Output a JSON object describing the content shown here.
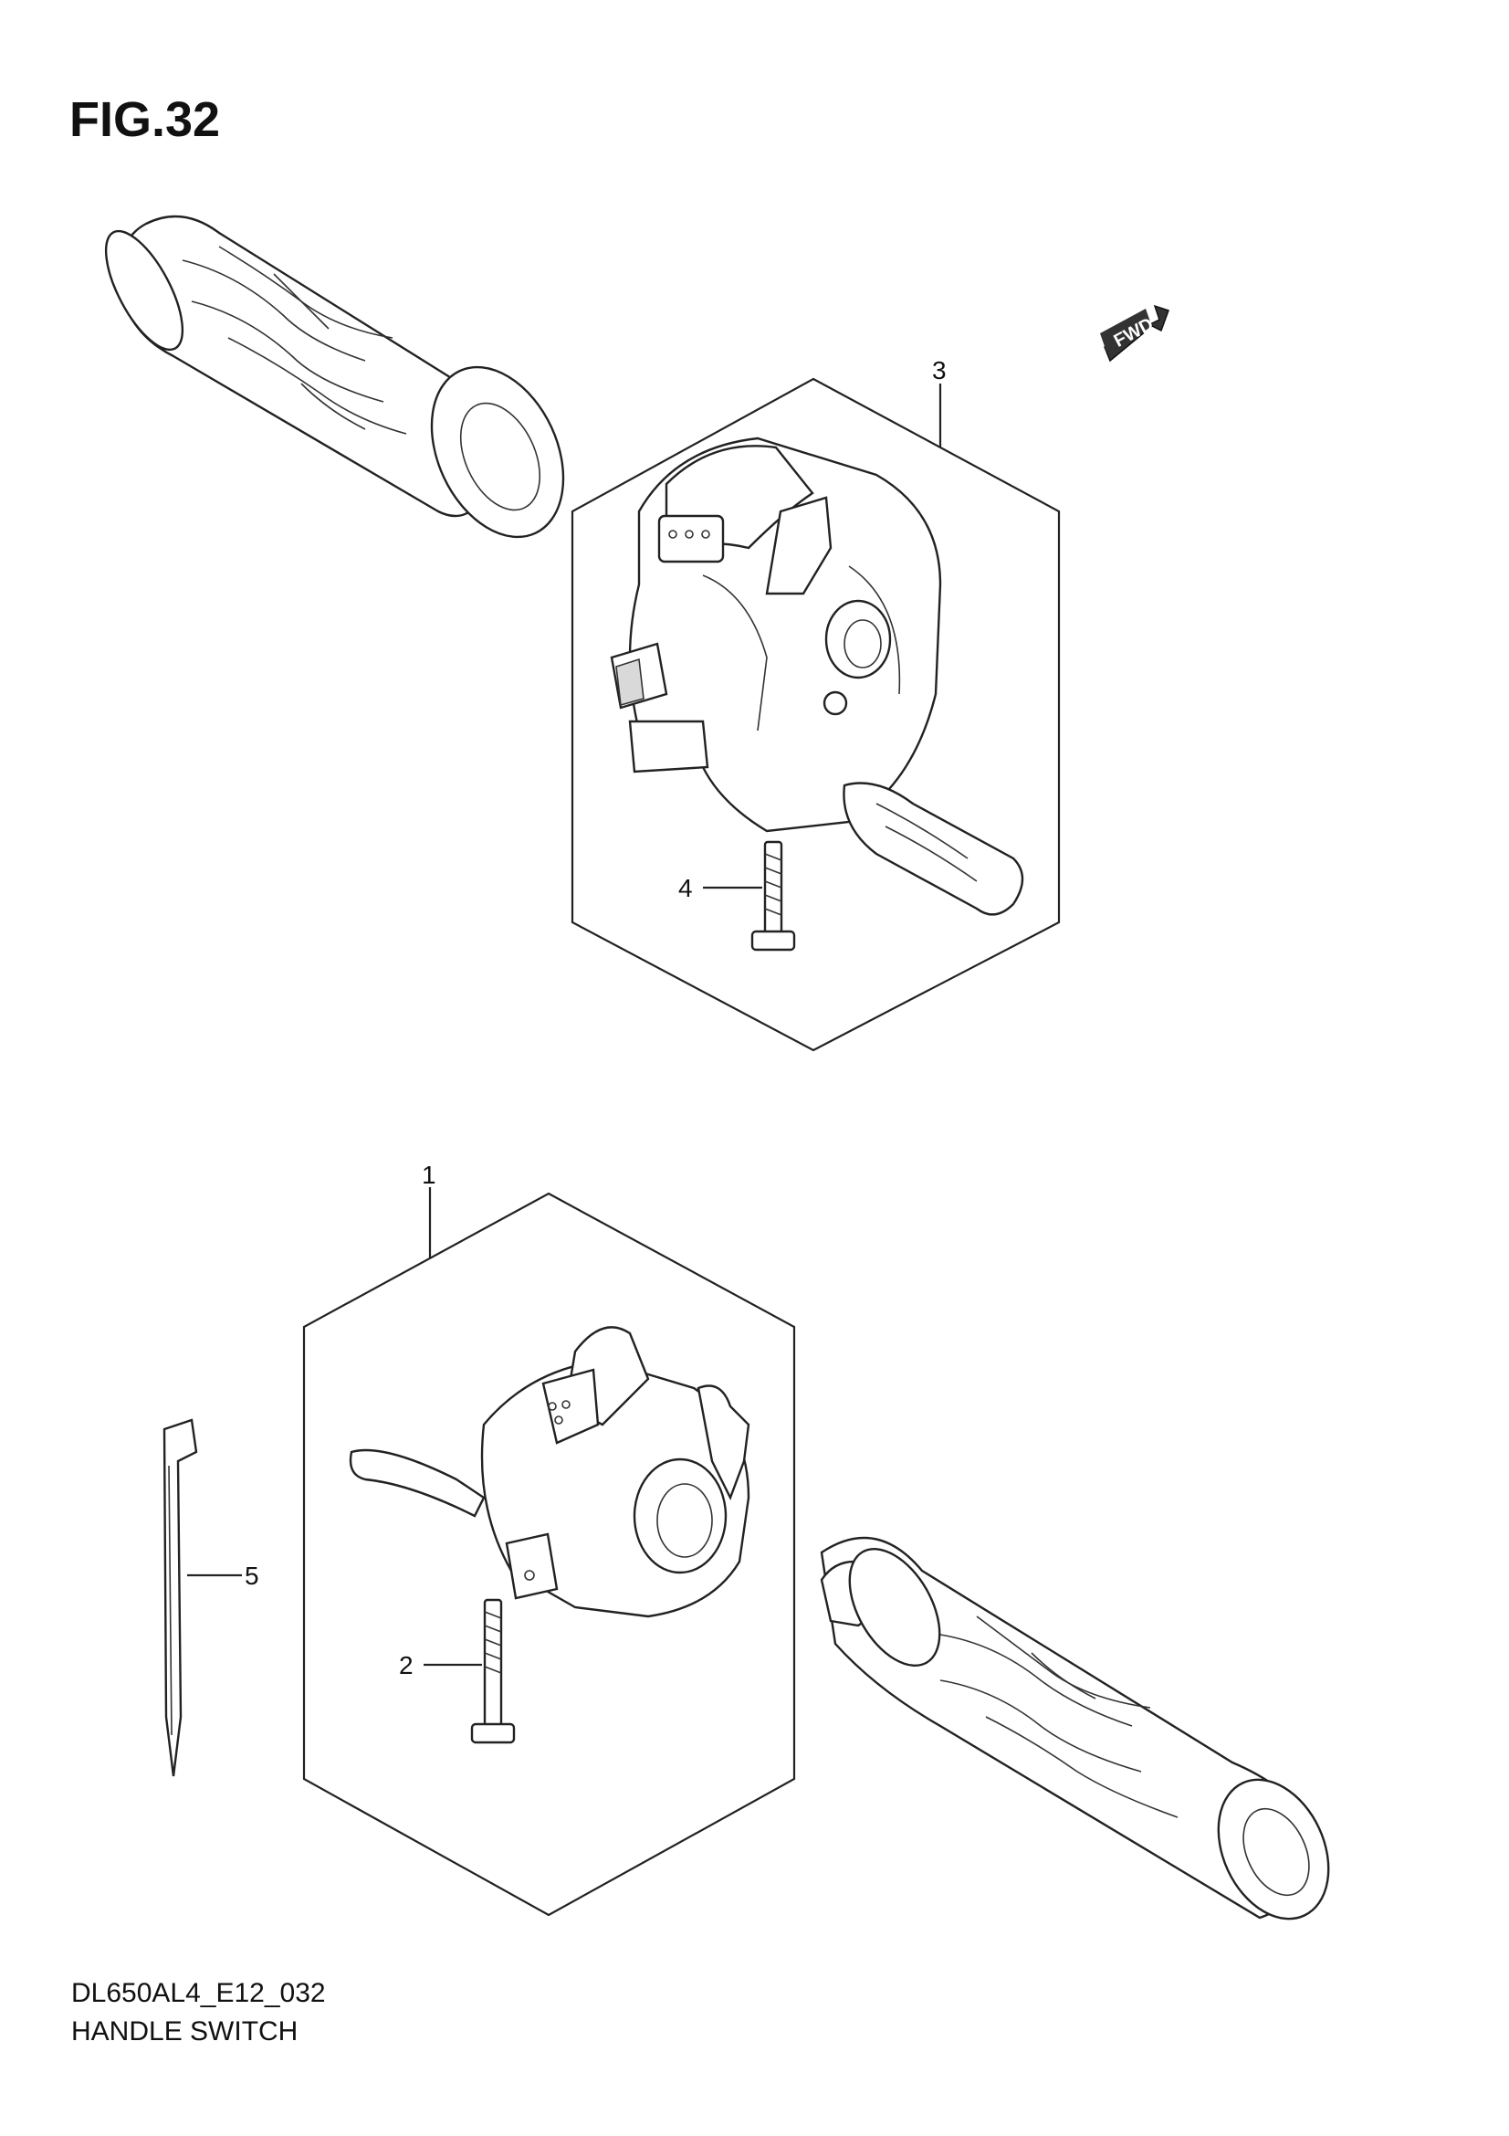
{
  "figure": {
    "title": "FIG.32",
    "code": "DL650AL4_E12_032",
    "name": "HANDLE SWITCH"
  },
  "direction_badge": {
    "label": "FWD",
    "icon": "forward-arrow-icon",
    "fill_color": "#333333"
  },
  "callouts": [
    {
      "number": "1",
      "part": "left handle switch assembly"
    },
    {
      "number": "2",
      "part": "screw"
    },
    {
      "number": "3",
      "part": "right handle switch assembly"
    },
    {
      "number": "4",
      "part": "screw"
    },
    {
      "number": "5",
      "part": "cable tie"
    }
  ]
}
